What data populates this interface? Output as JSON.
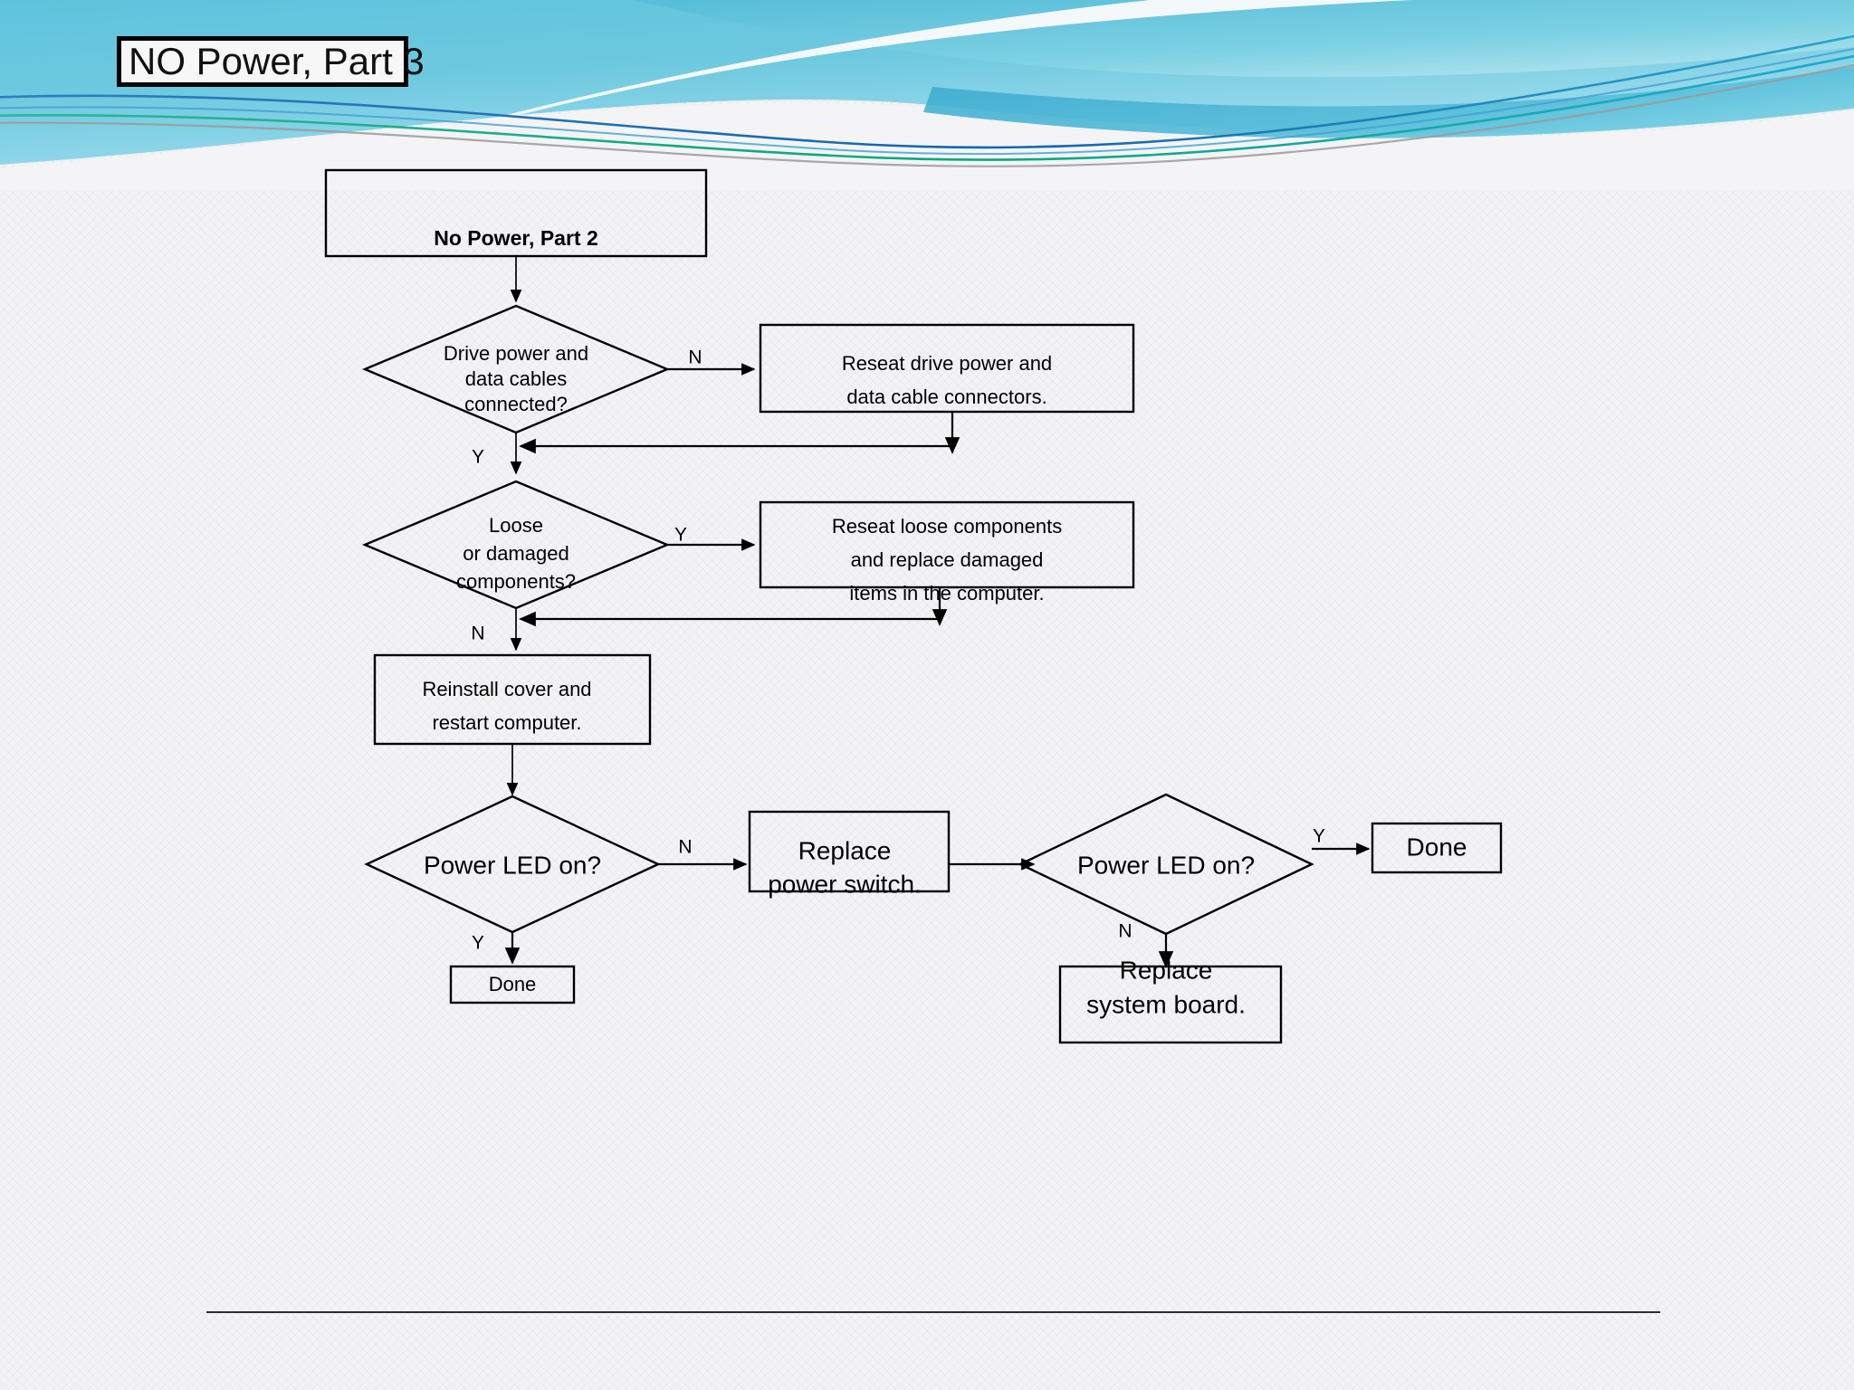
{
  "slide": {
    "title": "NO Power, Part 3",
    "background_color": "#f3f3f5",
    "banner_colors": {
      "sky_blue": "#63c6de",
      "teal": "#4db9cf",
      "deep_blue": "#1f6fb5",
      "green": "#14a87a",
      "gray": "#9a9a9a",
      "white": "#fbfbfc"
    }
  },
  "flowchart": {
    "type": "flowchart",
    "nodes": {
      "start": {
        "label": "No Power, Part 2",
        "shape": "rectangle"
      },
      "decision_cables": {
        "shape": "diamond",
        "lines": [
          "Drive power and",
          "data cables",
          "connected?"
        ]
      },
      "action_reseat_cables": {
        "shape": "rectangle",
        "lines": [
          "Reseat drive power and",
          "data cable connectors."
        ]
      },
      "decision_components": {
        "shape": "diamond",
        "lines": [
          "Loose",
          "or damaged",
          "components?"
        ]
      },
      "action_reseat_components": {
        "shape": "rectangle",
        "lines": [
          "Reseat loose components",
          "and replace damaged",
          "items in the computer."
        ]
      },
      "action_reinstall_cover": {
        "shape": "rectangle",
        "lines": [
          "Reinstall cover and",
          "restart computer."
        ]
      },
      "decision_led_1": {
        "shape": "diamond",
        "lines": [
          "Power LED on?"
        ]
      },
      "action_replace_switch": {
        "shape": "rectangle",
        "lines": [
          "Replace",
          "power switch."
        ]
      },
      "decision_led_2": {
        "shape": "diamond",
        "lines": [
          "Power LED on?"
        ]
      },
      "done_1": {
        "shape": "rectangle",
        "label": "Done"
      },
      "done_2": {
        "shape": "rectangle",
        "label": "Done"
      },
      "action_replace_board": {
        "shape": "rectangle",
        "lines": [
          "Replace",
          "system board."
        ]
      }
    },
    "branch_labels": {
      "cables_no": "N",
      "cables_yes": "Y",
      "components_yes": "Y",
      "components_no": "N",
      "led1_no": "N",
      "led1_yes": "Y",
      "led2_yes": "Y",
      "led2_no": "N"
    },
    "edges": [
      {
        "from": "start",
        "to": "decision_cables",
        "label": ""
      },
      {
        "from": "decision_cables",
        "to": "action_reseat_cables",
        "label": "N"
      },
      {
        "from": "action_reseat_cables",
        "to": "decision_components",
        "label": ""
      },
      {
        "from": "decision_cables",
        "to": "decision_components",
        "label": "Y"
      },
      {
        "from": "decision_components",
        "to": "action_reseat_components",
        "label": "Y"
      },
      {
        "from": "action_reseat_components",
        "to": "action_reinstall_cover",
        "label": ""
      },
      {
        "from": "decision_components",
        "to": "action_reinstall_cover",
        "label": "N"
      },
      {
        "from": "action_reinstall_cover",
        "to": "decision_led_1",
        "label": ""
      },
      {
        "from": "decision_led_1",
        "to": "action_replace_switch",
        "label": "N"
      },
      {
        "from": "decision_led_1",
        "to": "done_1",
        "label": "Y"
      },
      {
        "from": "action_replace_switch",
        "to": "decision_led_2",
        "label": ""
      },
      {
        "from": "decision_led_2",
        "to": "done_2",
        "label": "Y"
      },
      {
        "from": "decision_led_2",
        "to": "action_replace_board",
        "label": "N"
      }
    ]
  }
}
